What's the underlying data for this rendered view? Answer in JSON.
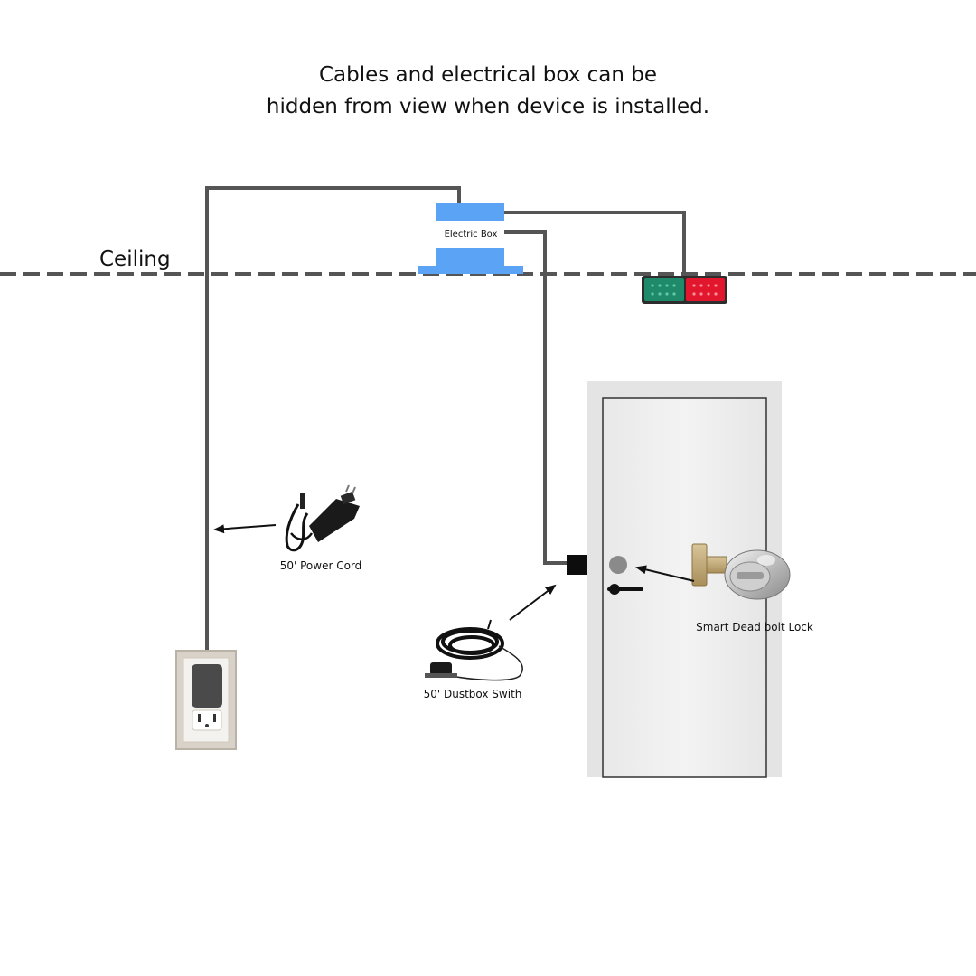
{
  "heading": {
    "line1": "Cables and electrical box can be",
    "line2": "hidden from view when device is installed."
  },
  "labels": {
    "ceiling": "Ceiling",
    "electric_box": "Electric Box",
    "power_cord": "50' Power Cord",
    "dustbox_switch": "50' Dustbox Swith",
    "dead_bolt": "Smart Dead bolt Lock"
  },
  "colors": {
    "wire": "#555555",
    "electric_box": "#5aa3f5",
    "ceiling_line": "#555555",
    "light_green": "#1f8a6a",
    "light_red": "#e2162d",
    "door_frame": "#e6e6e6",
    "door_panel": "#eeeeee"
  }
}
